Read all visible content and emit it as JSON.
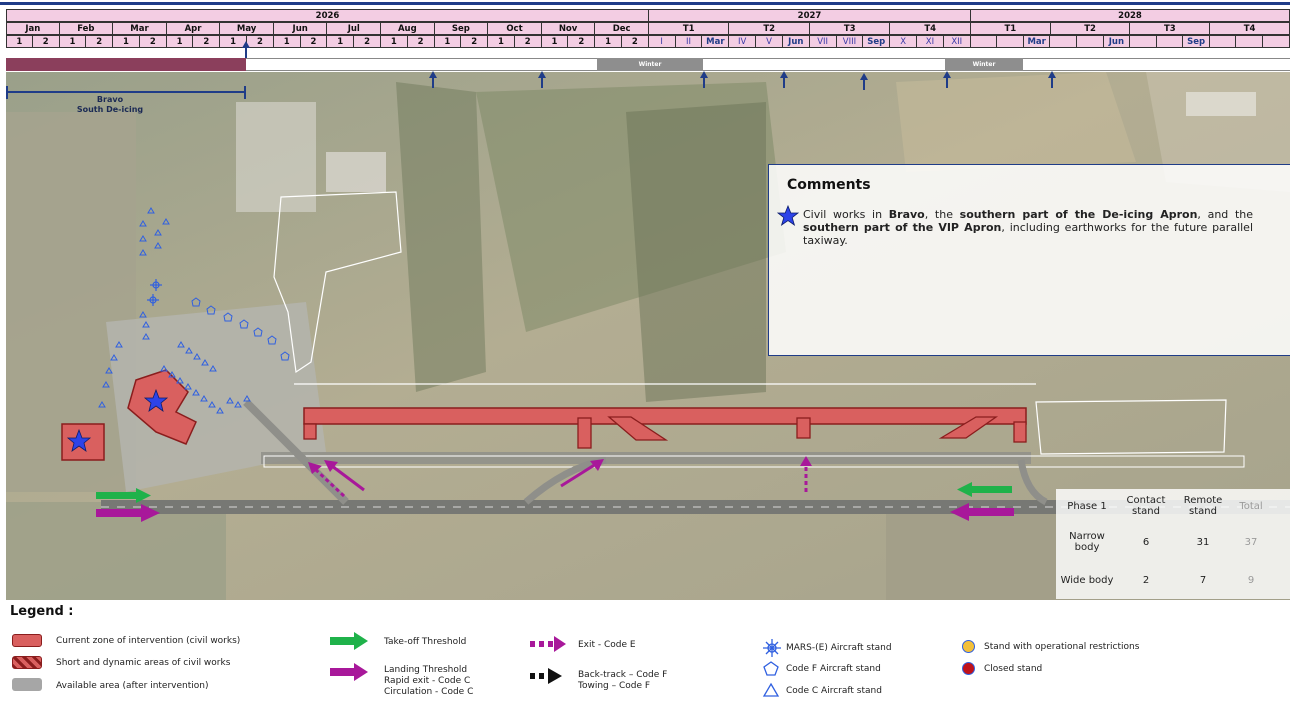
{
  "timeline": {
    "years": [
      "2026",
      "2027",
      "2028"
    ],
    "months_2026": [
      "Jan",
      "Feb",
      "Mar",
      "Apr",
      "May",
      "Jun",
      "Jul",
      "Aug",
      "Sep",
      "Oct",
      "Nov",
      "Dec"
    ],
    "halves": [
      "1",
      "2"
    ],
    "quarters_2027": [
      "T1",
      "T2",
      "T3",
      "T4"
    ],
    "quarters_2028": [
      "T1",
      "T2",
      "T3",
      "T4"
    ],
    "months_2027": [
      "I",
      "II",
      "Mar",
      "IV",
      "V",
      "Jun",
      "VII",
      "VIII",
      "Sep",
      "X",
      "XI",
      "XII"
    ],
    "months_2028_marks": [
      "Mar",
      "Jun",
      "Sep"
    ],
    "winter_label": "Winter",
    "winter_label_2": "Winter"
  },
  "phase": {
    "label_line1": "Bravo",
    "label_line2": "South De-icing"
  },
  "comments": {
    "title": "Comments",
    "t1": "Civil works in ",
    "b1": "Bravo",
    "t2": ", the ",
    "b2": "southern part of the De-icing Apron",
    "t3": ", and the ",
    "b3": "southern part of the VIP Apron",
    "t4": ", including earthworks for the future parallel taxiway."
  },
  "stats": {
    "header": [
      "Phase 1",
      "Contact stand",
      "Remote stand",
      "Total"
    ],
    "rows": [
      {
        "label": "Narrow body",
        "contact": "6",
        "remote": "31",
        "total": "37"
      },
      {
        "label": "Wide body",
        "contact": "2",
        "remote": "7",
        "total": "9"
      }
    ]
  },
  "legend": {
    "title": "Legend :",
    "current_zone": "Current zone of intervention (civil works)",
    "short_dynamic": "Short and dynamic areas of civil works",
    "available": "Available area (after intervention)",
    "takeoff": "Take-off Threshold",
    "landing_1": "Landing Threshold",
    "landing_2": "Rapid exit - Code C",
    "landing_3": "Circulation - Code C",
    "exit_e": "Exit - Code E",
    "backtrack_1": "Back-track – Code F",
    "backtrack_2": "Towing – Code F",
    "mars": "MARS-(E) Aircraft stand",
    "code_f": "Code F Aircraft stand",
    "code_c": "Code C Aircraft stand",
    "restricted": "Stand with operational restrictions",
    "closed": "Closed stand"
  },
  "colors": {
    "works_red": "#d9605f",
    "works_border": "#8a1d1d",
    "phase_bar": "#8b3f5c",
    "winter_bar": "#8e8e8e",
    "timeline_pink": "#f3cde3",
    "accent_blue": "#1f3c88",
    "takeoff_green": "#1fb24a",
    "landing_magenta": "#a8189a",
    "restricted_yellow": "#f3c03a",
    "closed_red": "#c0121a"
  }
}
